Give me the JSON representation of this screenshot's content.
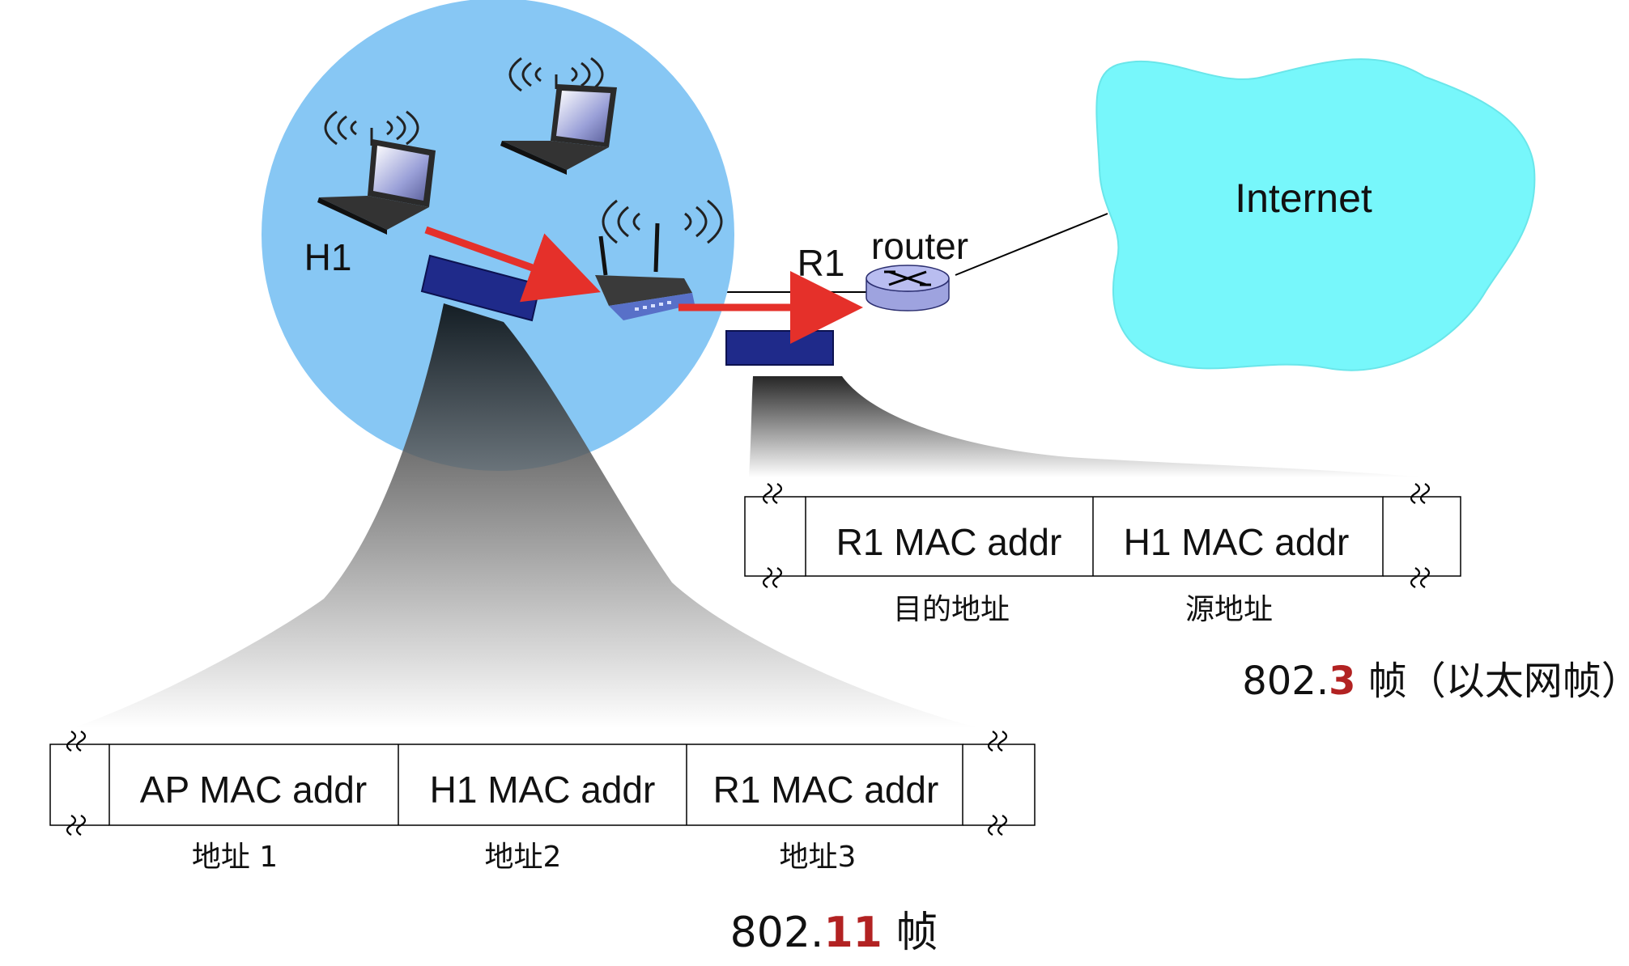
{
  "network": {
    "host_label": "H1",
    "router_id": "R1",
    "router_label": "router",
    "internet_label": "Internet"
  },
  "frame_80211": {
    "fields": [
      {
        "value": "AP MAC addr",
        "caption": "地址 1"
      },
      {
        "value": "H1 MAC addr",
        "caption": "地址2"
      },
      {
        "value": "R1 MAC addr",
        "caption": "地址3"
      }
    ],
    "title_prefix": "802.",
    "title_highlight": "11",
    "title_suffix": " 帧"
  },
  "frame_8023": {
    "fields": [
      {
        "value": "R1 MAC addr",
        "caption": "目的地址"
      },
      {
        "value": "H1 MAC addr",
        "caption": "源地址"
      }
    ],
    "title_prefix": "802.",
    "title_highlight": "3",
    "title_suffix": " 帧（以太网帧）"
  },
  "colors": {
    "bss_circle": "#87c7f4",
    "internet_cloud": "#77f7fb",
    "arrow": "#e5302a",
    "frame_block": "#1f2a8a",
    "router": "#b9bdf0",
    "highlight": "#b22222"
  }
}
